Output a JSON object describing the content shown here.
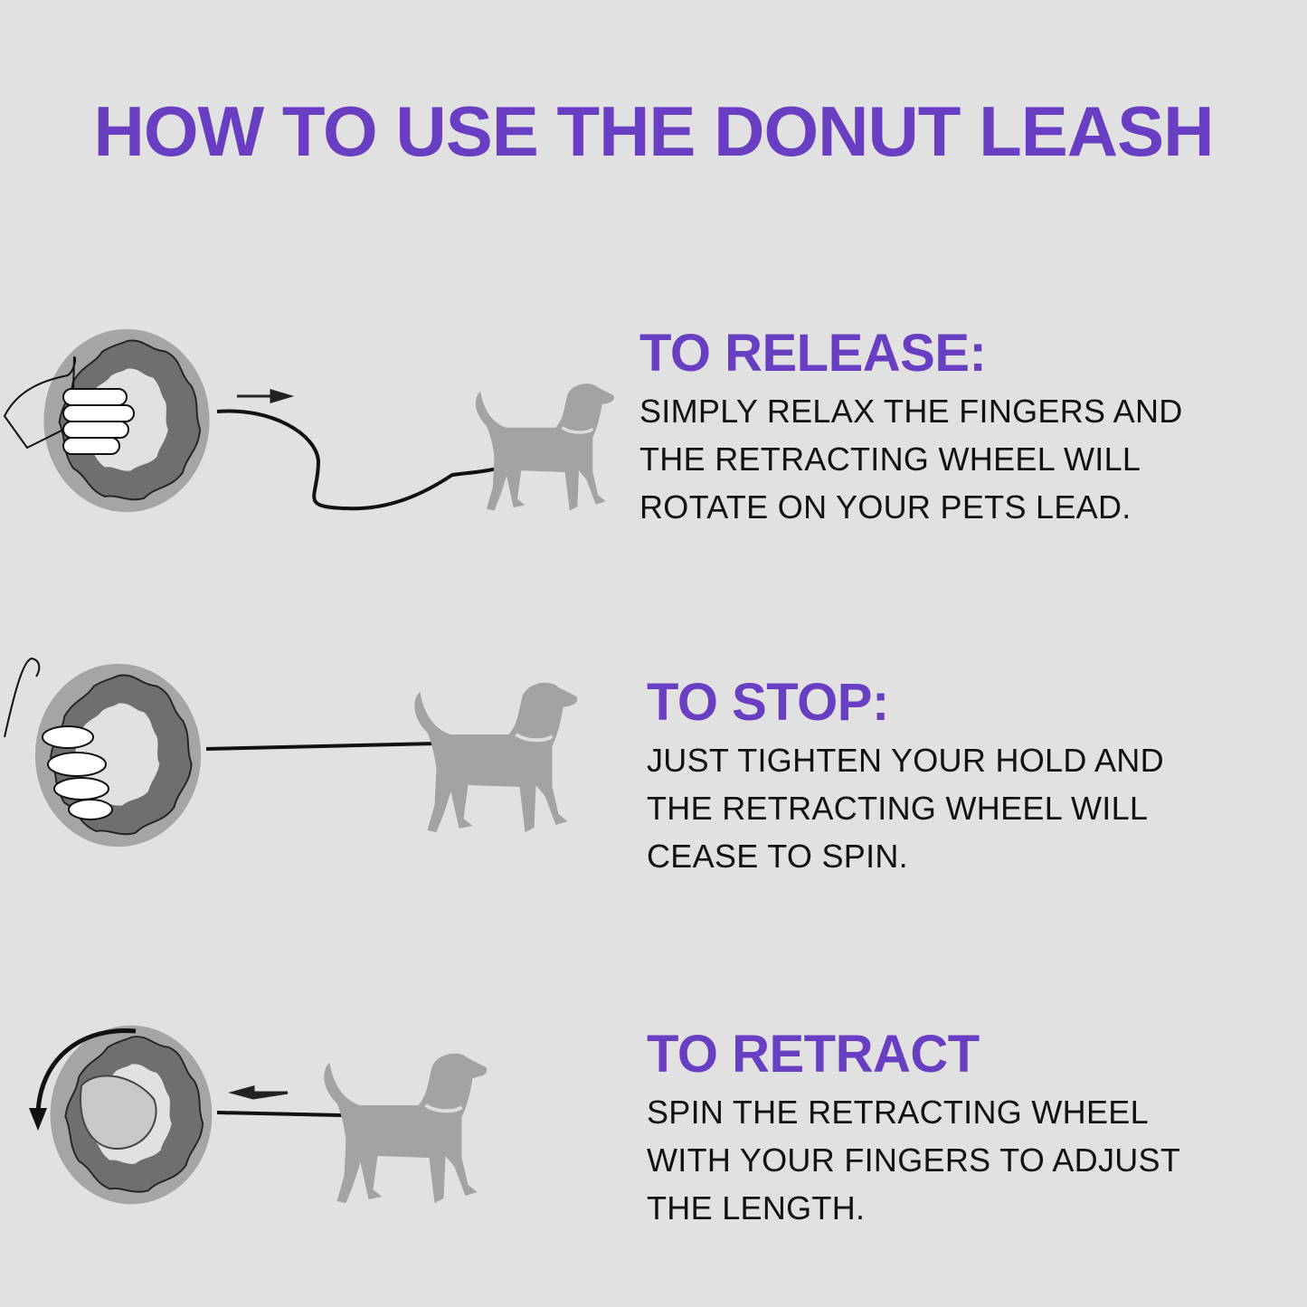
{
  "title": "HOW TO USE THE DONUT LEASH",
  "steps": [
    {
      "heading": "TO RELEASE:",
      "lines": [
        "SIMPLY RELAX THE FINGERS AND",
        "THE RETRACTING WHEEL WILL",
        "ROTATE ON YOUR PETS LEAD."
      ]
    },
    {
      "heading": "TO STOP:",
      "lines": [
        "JUST TIGHTEN YOUR HOLD AND",
        "THE RETRACTING WHEEL WILL",
        "CEASE TO SPIN."
      ]
    },
    {
      "heading": "TO RETRACT",
      "lines": [
        "SPIN THE RETRACTING WHEEL",
        "WITH YOUR FINGERS TO ADJUST",
        "THE LENGTH."
      ]
    }
  ],
  "colors": {
    "accent": "#6a3ec2",
    "background": "#e1e1e1",
    "text": "#111111"
  }
}
